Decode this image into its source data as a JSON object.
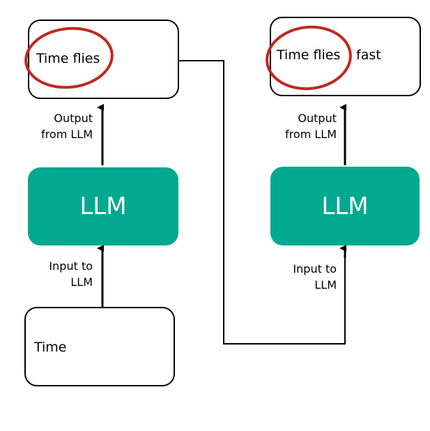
{
  "left": {
    "output_text": "Time flies",
    "output_label_line1": "Output",
    "output_label_line2": "from LLM",
    "llm_label": "LLM",
    "input_label_line1": "Input to",
    "input_label_line2": "LLM",
    "input_text": "Time"
  },
  "right": {
    "output_text_circled": "Time flies",
    "output_text_new": "fast",
    "output_label_line1": "Output",
    "output_label_line2": "from LLM",
    "llm_label": "LLM",
    "input_label_line1": "Input to",
    "input_label_line2": "LLM"
  },
  "colors": {
    "llm_fill": "#00a98f",
    "circle": "#c0281f",
    "stroke": "#000000"
  }
}
